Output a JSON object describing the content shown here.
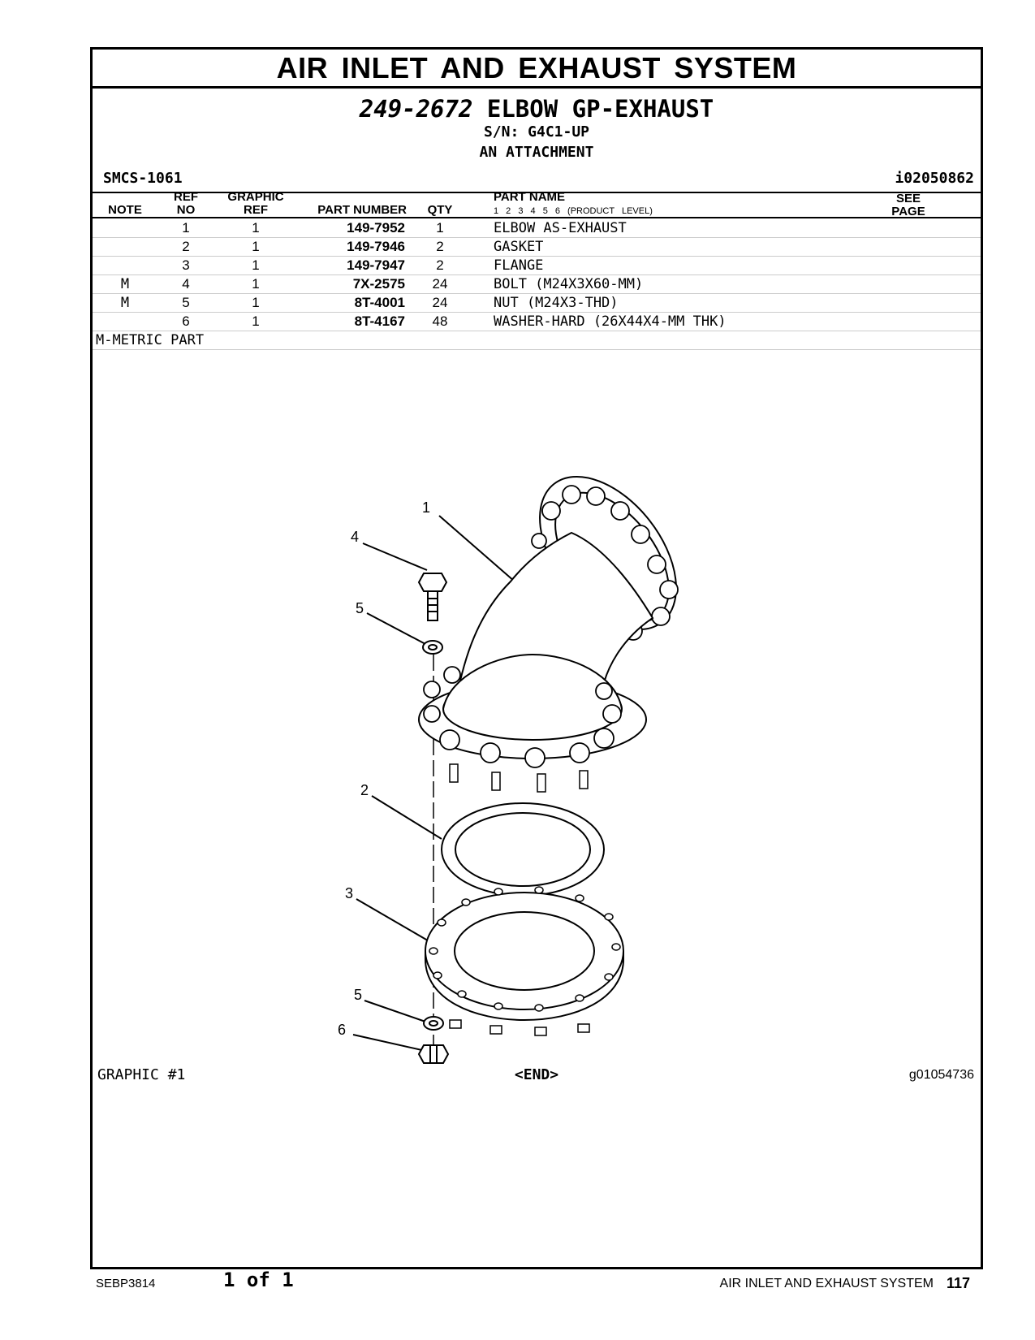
{
  "section_title": "AIR INLET AND EXHAUST SYSTEM",
  "group": {
    "part_number": "249-2672",
    "name": "ELBOW GP-EXHAUST",
    "serial": "S/N: G4C1-UP",
    "attachment": "AN ATTACHMENT"
  },
  "smcs": "SMCS-1061",
  "illustration_id": "i02050862",
  "columns": {
    "note": "NOTE",
    "ref_no_top": "REF",
    "ref_no_bottom": "NO",
    "graphic_ref_top": "GRAPHIC",
    "graphic_ref_bottom": "REF",
    "part_number": "PART NUMBER",
    "qty": "QTY",
    "part_name": "PART NAME",
    "product_level": "1 2 3 4 5 6 (PRODUCT LEVEL)",
    "see_page_top": "SEE",
    "see_page_bottom": "PAGE"
  },
  "parts": [
    {
      "note": "",
      "ref": "1",
      "graphic_ref": "1",
      "part_number": "149-7952",
      "qty": "1",
      "name": "ELBOW AS-EXHAUST"
    },
    {
      "note": "",
      "ref": "2",
      "graphic_ref": "1",
      "part_number": "149-7946",
      "qty": "2",
      "name": "GASKET"
    },
    {
      "note": "",
      "ref": "3",
      "graphic_ref": "1",
      "part_number": "149-7947",
      "qty": "2",
      "name": "FLANGE"
    },
    {
      "note": "M",
      "ref": "4",
      "graphic_ref": "1",
      "part_number": "7X-2575",
      "qty": "24",
      "name": "BOLT (M24X3X60-MM)"
    },
    {
      "note": "M",
      "ref": "5",
      "graphic_ref": "1",
      "part_number": "8T-4001",
      "qty": "24",
      "name": "NUT (M24X3-THD)"
    },
    {
      "note": "",
      "ref": "6",
      "graphic_ref": "1",
      "part_number": "8T-4167",
      "qty": "48",
      "name": "WASHER-HARD (26X44X4-MM THK)"
    }
  ],
  "footnote": "M-METRIC PART",
  "callouts": {
    "c1": "1",
    "c2": "2",
    "c3": "3",
    "c4": "4",
    "c5a": "5",
    "c5b": "5",
    "c6": "6"
  },
  "graphic_label": "GRAPHIC #1",
  "end_marker": "<END>",
  "graphic_id": "g01054736",
  "footer": {
    "doc_number": "SEBP3814",
    "page_of": "1 of 1",
    "section": "AIR INLET AND EXHAUST SYSTEM",
    "page_number": "117"
  }
}
